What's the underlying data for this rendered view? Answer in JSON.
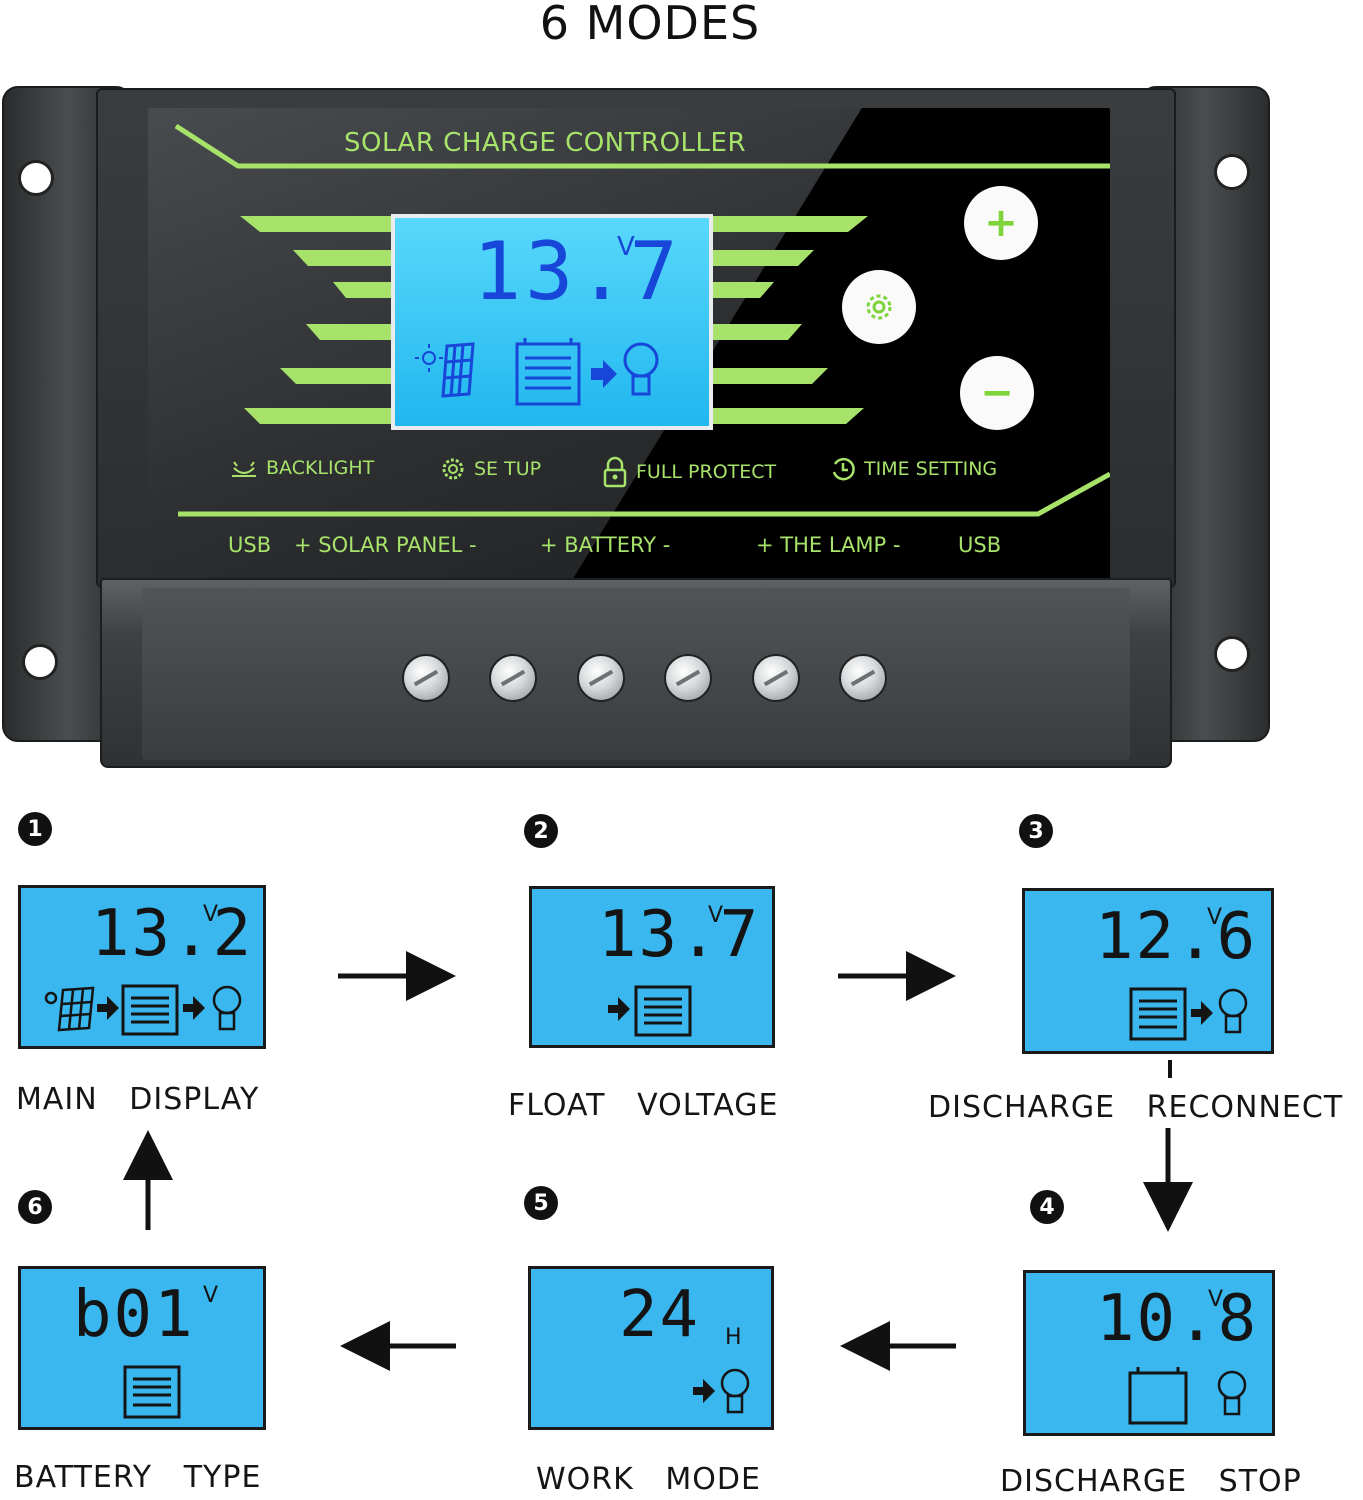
{
  "title": "6 MODES",
  "device": {
    "panel_title": "SOLAR CHARGE CONTROLLER",
    "lcd_reading": "13.7",
    "lcd_unit": "V",
    "buttons": {
      "plus": "+",
      "minus": "−"
    },
    "features": [
      {
        "label": "BACKLIGHT",
        "icon": "backlight-icon"
      },
      {
        "label": "SE TUP",
        "icon": "gear-icon"
      },
      {
        "label": "FULL PROTECT",
        "icon": "lock-icon"
      },
      {
        "label": "TIME SETTING",
        "icon": "clock-icon"
      }
    ],
    "ports": [
      "USB",
      "+ SOLAR PANEL -",
      "+ BATTERY -",
      "+ THE LAMP -",
      "USB"
    ],
    "accent_color": "#a7e36a",
    "lcd_color": "#3ab7ef"
  },
  "modes": [
    {
      "number": "1",
      "value": "13.2",
      "unit": "V",
      "label": "MAIN   DISPLAY"
    },
    {
      "number": "2",
      "value": "13.7",
      "unit": "V",
      "label": "FLOAT   VOLTAGE"
    },
    {
      "number": "3",
      "value": "12.6",
      "unit": "V",
      "label": "DISCHARGE   RECONNECT"
    },
    {
      "number": "4",
      "value": "10.8",
      "unit": "V",
      "label": "DISCHARGE   STOP"
    },
    {
      "number": "5",
      "value": "24",
      "unit": "H",
      "label": "WORK   MODE"
    },
    {
      "number": "6",
      "value": "b01",
      "unit": "V",
      "label": "BATTERY   TYPE"
    }
  ]
}
